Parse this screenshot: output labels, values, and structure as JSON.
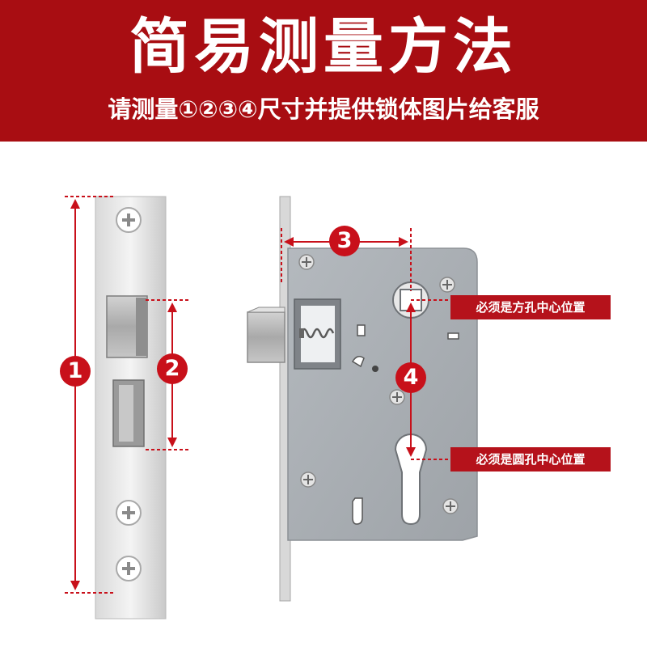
{
  "header": {
    "title": "简易测量方法",
    "subtitle": "请测量①②③④尺寸并提供锁体图片给客服"
  },
  "markers": {
    "m1": "1",
    "m2": "2",
    "m3": "3",
    "m4": "4"
  },
  "callouts": {
    "square_hole": "必须是方孔中心位置",
    "round_hole": "必须是圆孔中心位置"
  },
  "colors": {
    "banner": "#a80d12",
    "marker": "#c8101a",
    "callout": "#b5121b",
    "dimension_line": "#c8101a"
  }
}
